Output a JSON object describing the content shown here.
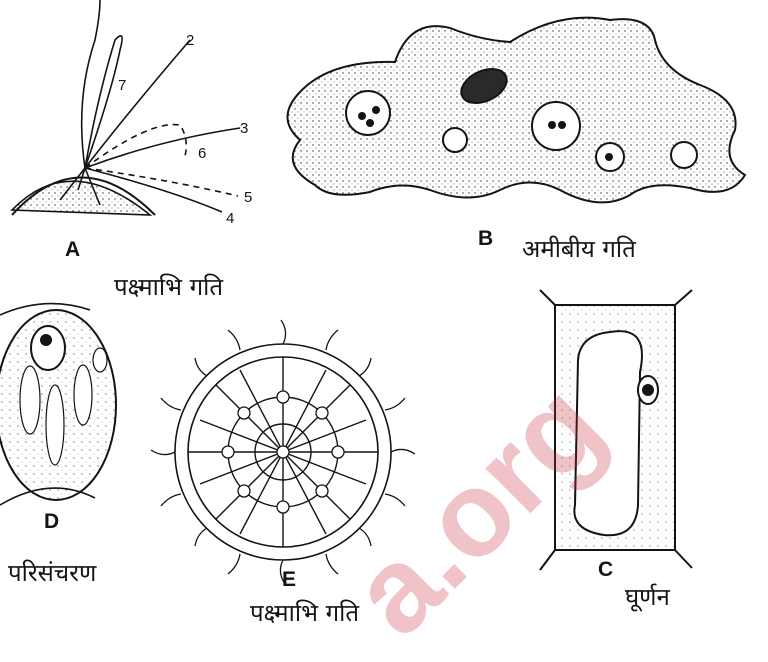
{
  "figure": {
    "panel_a": {
      "letter": "A",
      "caption": "पक्ष्माभि गति",
      "numbers": [
        "2",
        "7",
        "3",
        "6",
        "5",
        "4"
      ]
    },
    "panel_b": {
      "letter": "B",
      "caption": "अमीबीय गति"
    },
    "panel_c": {
      "letter": "C",
      "caption": "घूर्णन"
    },
    "panel_d": {
      "letter": "D",
      "caption": "परिसंचरण"
    },
    "panel_e": {
      "letter": "E",
      "caption": "पक्ष्माभि गति"
    }
  },
  "colors": {
    "ink": "#141414",
    "watermark": "#c8283c"
  }
}
